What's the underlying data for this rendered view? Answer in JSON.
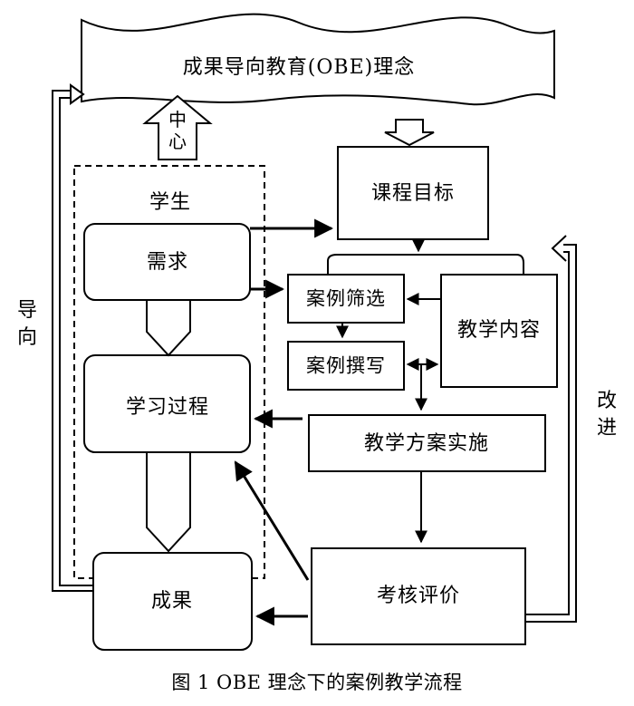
{
  "banner": {
    "title": "成果导向教育(OBE)理念"
  },
  "center_arrow": {
    "label": "中心"
  },
  "student_group": {
    "label": "学生"
  },
  "student_boxes": {
    "needs": "需求",
    "learning_process": "学习过程",
    "outcomes": "成果"
  },
  "right_boxes": {
    "course_objectives": "课程目标",
    "case_screening": "案例筛选",
    "case_writing": "案例撰写",
    "teaching_content": "教学内容",
    "teaching_plan_implementation": "教学方案实施",
    "assessment_evaluation": "考核评价"
  },
  "side_labels": {
    "guidance": "导向",
    "improvement": "改进"
  },
  "caption": "图 1  OBE 理念下的案例教学流程"
}
